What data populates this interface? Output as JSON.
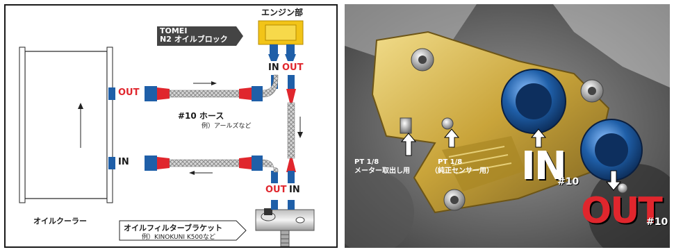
{
  "diagram": {
    "engine_label": "エンジン部",
    "block_label_line1": "TOMEI",
    "block_label_line2": "N2 オイルブロック",
    "block_in": "IN",
    "block_out": "OUT",
    "cooler_out": "OUT",
    "cooler_in": "IN",
    "hose_label": "#10 ホース",
    "hose_example": "例）アールズなど",
    "filter_out": "OUT",
    "filter_in": "IN",
    "cooler_label": "オイルクーラー",
    "filter_label": "オイルフィルターブラケット",
    "filter_example": "例）KINOKUNI K500など"
  },
  "photo": {
    "port1_line1": "PT 1/8",
    "port1_line2": "メーター取出し用",
    "port2_line1": "PT 1/8",
    "port2_line2": "（純正センサー用）",
    "in_label": "IN",
    "in_size": "#10",
    "out_label": "OUT",
    "out_size": "#10"
  },
  "colors": {
    "red": "#e0262d",
    "blue": "#1f5fa8",
    "gold": "#c9a43a",
    "yellow": "#f2c418"
  }
}
